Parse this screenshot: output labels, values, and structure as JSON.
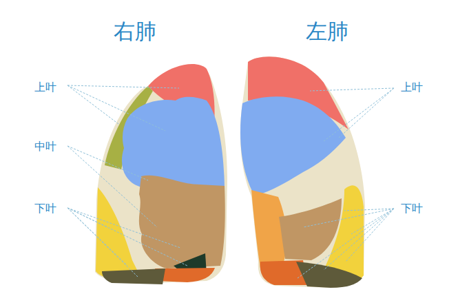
{
  "diagram": {
    "labels": [
      "右肺",
      "左肺",
      "上叶",
      "中叶",
      "下叶",
      "上叶",
      "下叶"
    ]
  }
}
